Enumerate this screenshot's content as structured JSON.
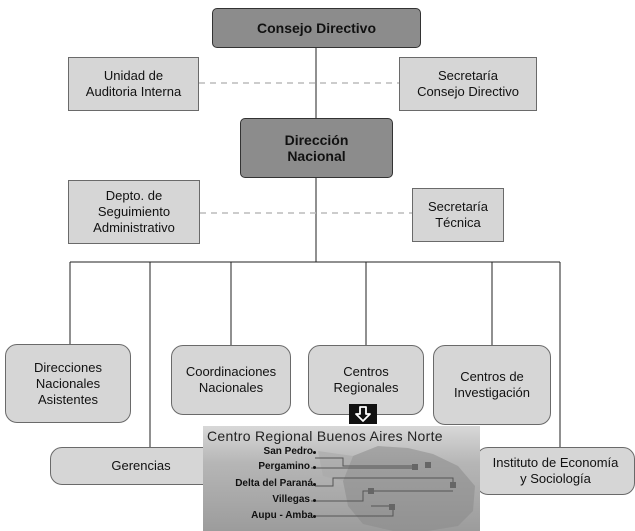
{
  "org_chart": {
    "consejo_directivo": "Consejo Directivo",
    "unidad_auditoria": "Unidad de\nAuditoria Interna",
    "secretaria_consejo": "Secretaría\nConsejo Directivo",
    "direccion_nacional": "Dirección\nNacional",
    "depto_seguimiento": "Depto. de\nSeguimiento\nAdministrativo",
    "secretaria_tecnica": "Secretaría\nTécnica",
    "direcciones_asistentes": "Direcciones\nNacionales\nAsistentes",
    "coordinaciones": "Coordinaciones\nNacionales",
    "centros_regionales": "Centros\nRegionales",
    "centros_investigacion": "Centros de\nInvestigación",
    "gerencias": "Gerencias",
    "instituto": "Instituto de Economía\ny Sociología"
  },
  "map": {
    "title": "Centro Regional Buenos Aires Norte",
    "cities": [
      "San Pedro",
      "Pergamino",
      "Delta del Paraná",
      "Villegas",
      "Aupu - Amba"
    ]
  },
  "icons": {
    "arrow": "down-arrow-icon"
  },
  "colors": {
    "dark_box": "#8c8c8c",
    "light_box": "#d6d6d6",
    "dashed_line": "#bbbbbb"
  }
}
